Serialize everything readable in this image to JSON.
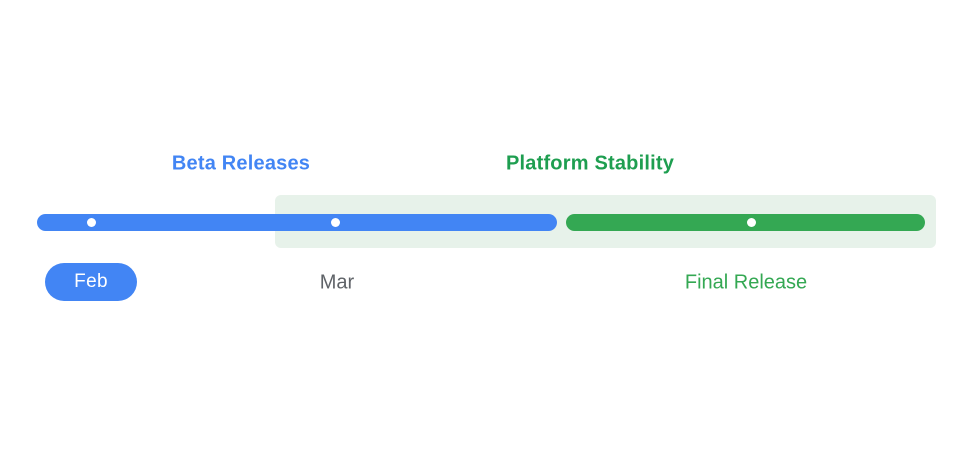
{
  "diagram": {
    "type": "release-timeline",
    "phases": [
      {
        "id": "beta",
        "label": "Beta Releases",
        "bar_color": "#4285F4",
        "label_color": "#4285F4"
      },
      {
        "id": "platform_stability",
        "label": "Platform Stability",
        "bar_color": "#34A853",
        "label_color": "#1E9E50",
        "highlight_bg": "#E7F2EA"
      }
    ],
    "milestones": [
      {
        "id": "feb",
        "label": "Feb",
        "marker": "pill-badge",
        "on_phase": "beta",
        "pill_bg": "#4285F4",
        "pill_text_color": "#FFFFFF"
      },
      {
        "id": "mar",
        "label": "Mar",
        "marker": "dot",
        "on_phase": "beta",
        "label_color": "#5F6368"
      },
      {
        "id": "final_release",
        "label": "Final Release",
        "marker": "dot",
        "on_phase": "platform_stability",
        "label_color": "#34A853"
      }
    ],
    "colors": {
      "background": "#FFFFFF",
      "beta_bar": "#4285F4",
      "stability_bar": "#34A853",
      "stability_panel": "#E7F2EA",
      "dot": "#FFFFFF",
      "gray_text": "#5F6368"
    }
  }
}
